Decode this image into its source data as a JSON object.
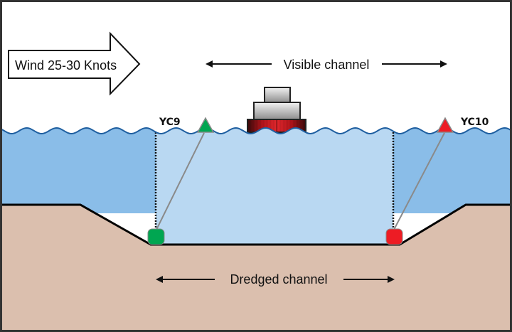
{
  "diagram": {
    "wind_label": "Wind 25-30 Knots",
    "visible_channel_label": "Visible channel",
    "dredged_channel_label": "Dredged channel",
    "buoys": [
      {
        "id": "YC9",
        "label": "YC9",
        "color": "#00a651",
        "side": "left"
      },
      {
        "id": "YC10",
        "label": "YC10",
        "color": "#ed1c24",
        "side": "right"
      }
    ],
    "colors": {
      "water_outer": "#8abde8",
      "water_channel": "#b9d8f2",
      "wave_line": "#1f5fa0",
      "seabed": "#dbbfae",
      "ship_hull": "#c8161d",
      "ship_superstructure": "#b8b8b8",
      "frame": "#333333"
    }
  }
}
